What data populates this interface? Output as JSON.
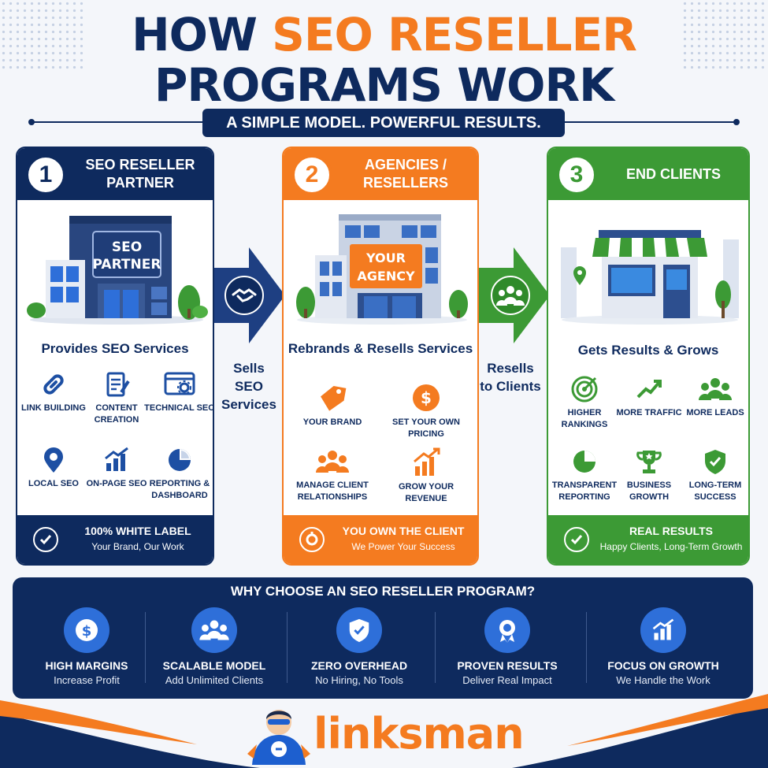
{
  "title": {
    "line1_a": "HOW ",
    "line1_b": "SEO RESELLER",
    "line2": "PROGRAMS WORK"
  },
  "subtitle": "A SIMPLE MODEL. POWERFUL RESULTS.",
  "colors": {
    "navy": "#0e2a5e",
    "orange": "#f47b20",
    "green": "#3c9a35",
    "blue": "#2e6fd9"
  },
  "cards": [
    {
      "num": "1",
      "title": "SEO RESELLER PARTNER",
      "sign": [
        "SEO",
        "PARTNER"
      ],
      "role": "Provides SEO Services",
      "features": [
        {
          "label": "LINK BUILDING",
          "icon": "link-icon"
        },
        {
          "label": "CONTENT CREATION",
          "icon": "document-icon"
        },
        {
          "label": "TECHNICAL SEO",
          "icon": "gear-browser-icon"
        },
        {
          "label": "LOCAL SEO",
          "icon": "map-pin-icon"
        },
        {
          "label": "ON-PAGE SEO",
          "icon": "bar-chart-icon"
        },
        {
          "label": "REPORTING & DASHBOARD",
          "icon": "pie-chart-icon"
        }
      ],
      "footer_title": "100% WHITE LABEL",
      "footer_sub": "Your Brand, Our Work"
    },
    {
      "num": "2",
      "title": "AGENCIES / RESELLERS",
      "sign": [
        "YOUR",
        "AGENCY"
      ],
      "role": "Rebrands & Resells Services",
      "features": [
        {
          "label": "YOUR BRAND",
          "icon": "tag-icon"
        },
        {
          "label": "SET YOUR OWN PRICING",
          "icon": "dollar-icon"
        },
        {
          "label": "MANAGE CLIENT RELATIONSHIPS",
          "icon": "people-icon"
        },
        {
          "label": "GROW YOUR REVENUE",
          "icon": "growth-icon"
        }
      ],
      "footer_title": "YOU OWN THE CLIENT",
      "footer_sub": "We Power Your Success"
    },
    {
      "num": "3",
      "title": "END CLIENTS",
      "role": "Gets Results & Grows",
      "features": [
        {
          "label": "HIGHER RANKINGS",
          "icon": "target-icon"
        },
        {
          "label": "MORE TRAFFIC",
          "icon": "trend-icon"
        },
        {
          "label": "MORE LEADS",
          "icon": "people-icon"
        },
        {
          "label": "TRANSPARENT REPORTING",
          "icon": "pie-chart-icon"
        },
        {
          "label": "BUSINESS GROWTH",
          "icon": "trophy-icon"
        },
        {
          "label": "LONG-TERM SUCCESS",
          "icon": "shield-icon"
        }
      ],
      "footer_title": "REAL RESULTS",
      "footer_sub": "Happy Clients, Long-Term Growth"
    }
  ],
  "arrows": [
    {
      "text": "Sells SEO Services",
      "icon": "handshake-icon"
    },
    {
      "text": "Resells to Clients",
      "icon": "people-icon"
    }
  ],
  "why": {
    "title": "WHY CHOOSE AN SEO RESELLER PROGRAM?",
    "items": [
      {
        "title": "HIGH MARGINS",
        "sub": "Increase Profit",
        "icon": "dollar-icon"
      },
      {
        "title": "SCALABLE MODEL",
        "sub": "Add Unlimited Clients",
        "icon": "people-icon"
      },
      {
        "title": "ZERO OVERHEAD",
        "sub": "No Hiring, No Tools",
        "icon": "shield-icon"
      },
      {
        "title": "PROVEN RESULTS",
        "sub": "Deliver Real Impact",
        "icon": "badge-icon"
      },
      {
        "title": "FOCUS ON GROWTH",
        "sub": "We Handle the Work",
        "icon": "bar-chart-icon"
      }
    ]
  },
  "logo": {
    "text": "linksman"
  }
}
